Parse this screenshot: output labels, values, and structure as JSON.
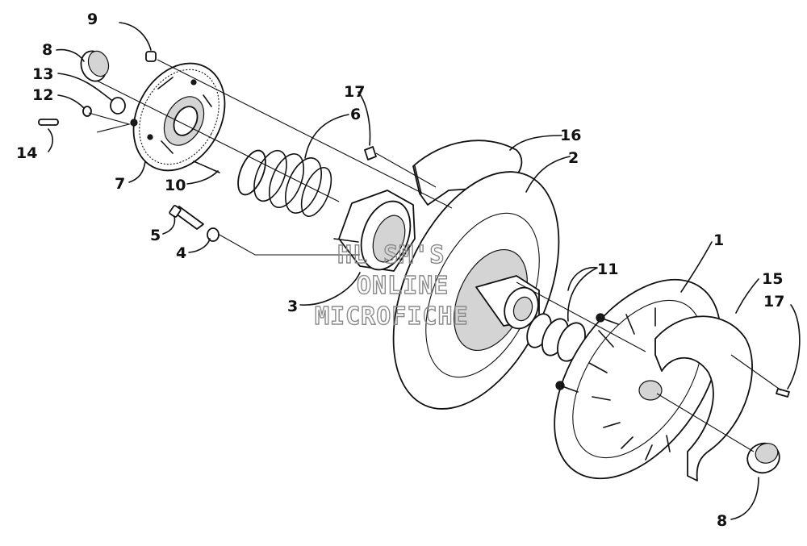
{
  "diagram": {
    "callouts": [
      {
        "id": "c9",
        "text": "9"
      },
      {
        "id": "c8a",
        "text": "8"
      },
      {
        "id": "c13",
        "text": "13"
      },
      {
        "id": "c12",
        "text": "12"
      },
      {
        "id": "c14",
        "text": "14"
      },
      {
        "id": "c7",
        "text": "7"
      },
      {
        "id": "c10",
        "text": "10"
      },
      {
        "id": "c17a",
        "text": "17"
      },
      {
        "id": "c6",
        "text": "6"
      },
      {
        "id": "c16",
        "text": "16"
      },
      {
        "id": "c2",
        "text": "2"
      },
      {
        "id": "c5",
        "text": "5"
      },
      {
        "id": "c4",
        "text": "4"
      },
      {
        "id": "c3",
        "text": "3"
      },
      {
        "id": "c11",
        "text": "11"
      },
      {
        "id": "c1",
        "text": "1"
      },
      {
        "id": "c15",
        "text": "15"
      },
      {
        "id": "c17b",
        "text": "17"
      },
      {
        "id": "c8b",
        "text": "8"
      }
    ],
    "watermark": [
      "HL SM'S",
      "ONLINE",
      "MICROFICHE"
    ]
  }
}
